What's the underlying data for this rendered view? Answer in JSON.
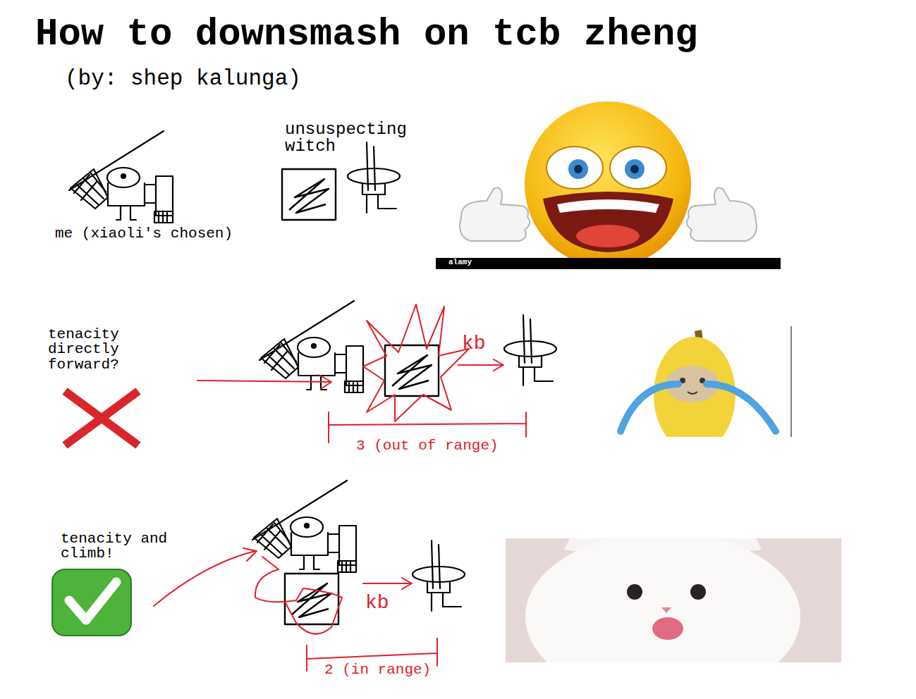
{
  "diagram": {
    "title": "How to downsmash on tcb zheng",
    "labels": [
      "(by: shep kalunga)",
      "unsuspecting witch",
      "me (xiaoli's chosen)",
      "alamy",
      "tenacity directly forward?",
      "kb",
      "3 (out of range)",
      "tenacity and climb!",
      "kb",
      "2 (in range)"
    ]
  }
}
